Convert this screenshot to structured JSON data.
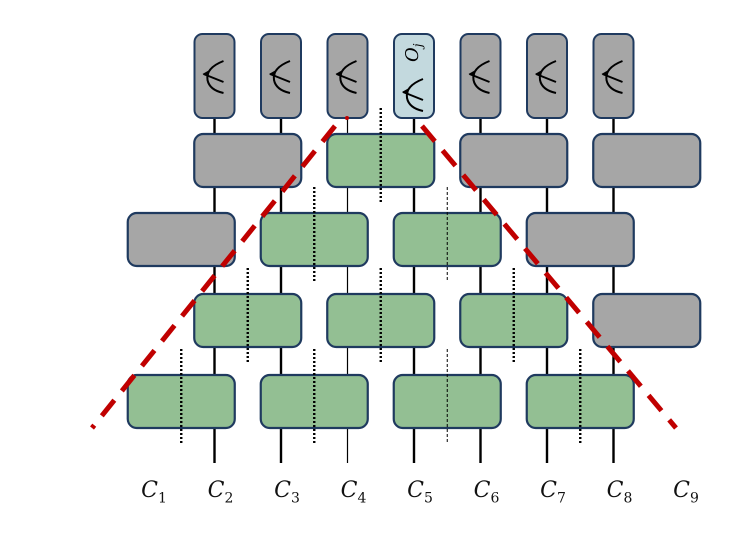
{
  "diagram": {
    "type": "brickwork quantum circuit with light cone",
    "qubits": [
      "C1",
      "C2",
      "C3",
      "C4",
      "C5",
      "C6",
      "C7",
      "C8",
      "C9"
    ],
    "labels": [
      {
        "base": "C",
        "sub": "1"
      },
      {
        "base": "C",
        "sub": "2"
      },
      {
        "base": "C",
        "sub": "3"
      },
      {
        "base": "C",
        "sub": "4"
      },
      {
        "base": "C",
        "sub": "5"
      },
      {
        "base": "C",
        "sub": "6"
      },
      {
        "base": "C",
        "sub": "7"
      },
      {
        "base": "C",
        "sub": "8"
      },
      {
        "base": "C",
        "sub": "9"
      }
    ],
    "measurement_label": "O_j",
    "measurements": [
      {
        "wire": 2,
        "highlighted": false
      },
      {
        "wire": 3,
        "highlighted": false
      },
      {
        "wire": 4,
        "highlighted": false
      },
      {
        "wire": 5,
        "highlighted": true
      },
      {
        "wire": 6,
        "highlighted": false
      },
      {
        "wire": 7,
        "highlighted": false
      },
      {
        "wire": 8,
        "highlighted": false
      }
    ],
    "layers": [
      [
        {
          "wires": [
            2,
            3
          ],
          "in_cone": false
        },
        {
          "wires": [
            4,
            5
          ],
          "in_cone": true,
          "cut": "dotted"
        },
        {
          "wires": [
            6,
            7
          ],
          "in_cone": false
        },
        {
          "wires": [
            8,
            9
          ],
          "in_cone": false
        }
      ],
      [
        {
          "wires": [
            1,
            2
          ],
          "in_cone": false
        },
        {
          "wires": [
            3,
            4
          ],
          "in_cone": true,
          "cut": "dotted"
        },
        {
          "wires": [
            5,
            6
          ],
          "in_cone": true,
          "cut": "thin"
        },
        {
          "wires": [
            7,
            8
          ],
          "in_cone": false
        }
      ],
      [
        {
          "wires": [
            2,
            3
          ],
          "in_cone": true,
          "cut": "dotted"
        },
        {
          "wires": [
            4,
            5
          ],
          "in_cone": true,
          "cut": "dotted"
        },
        {
          "wires": [
            6,
            7
          ],
          "in_cone": true,
          "cut": "dotted"
        },
        {
          "wires": [
            8,
            9
          ],
          "in_cone": false
        }
      ],
      [
        {
          "wires": [
            1,
            2
          ],
          "in_cone": true,
          "cut": "dotted"
        },
        {
          "wires": [
            3,
            4
          ],
          "in_cone": true,
          "cut": "dotted"
        },
        {
          "wires": [
            5,
            6
          ],
          "in_cone": true,
          "cut": "thin"
        },
        {
          "wires": [
            7,
            8
          ],
          "in_cone": true,
          "cut": "dotted"
        }
      ]
    ],
    "colors": {
      "gate_in_cone": "#93bf93",
      "gate_outside": "#a6a6a6",
      "gate_border": "#1f3a5f",
      "measurement_highlight": "#c3d9de",
      "light_cone": "#c00000",
      "wire": "#000000"
    }
  }
}
